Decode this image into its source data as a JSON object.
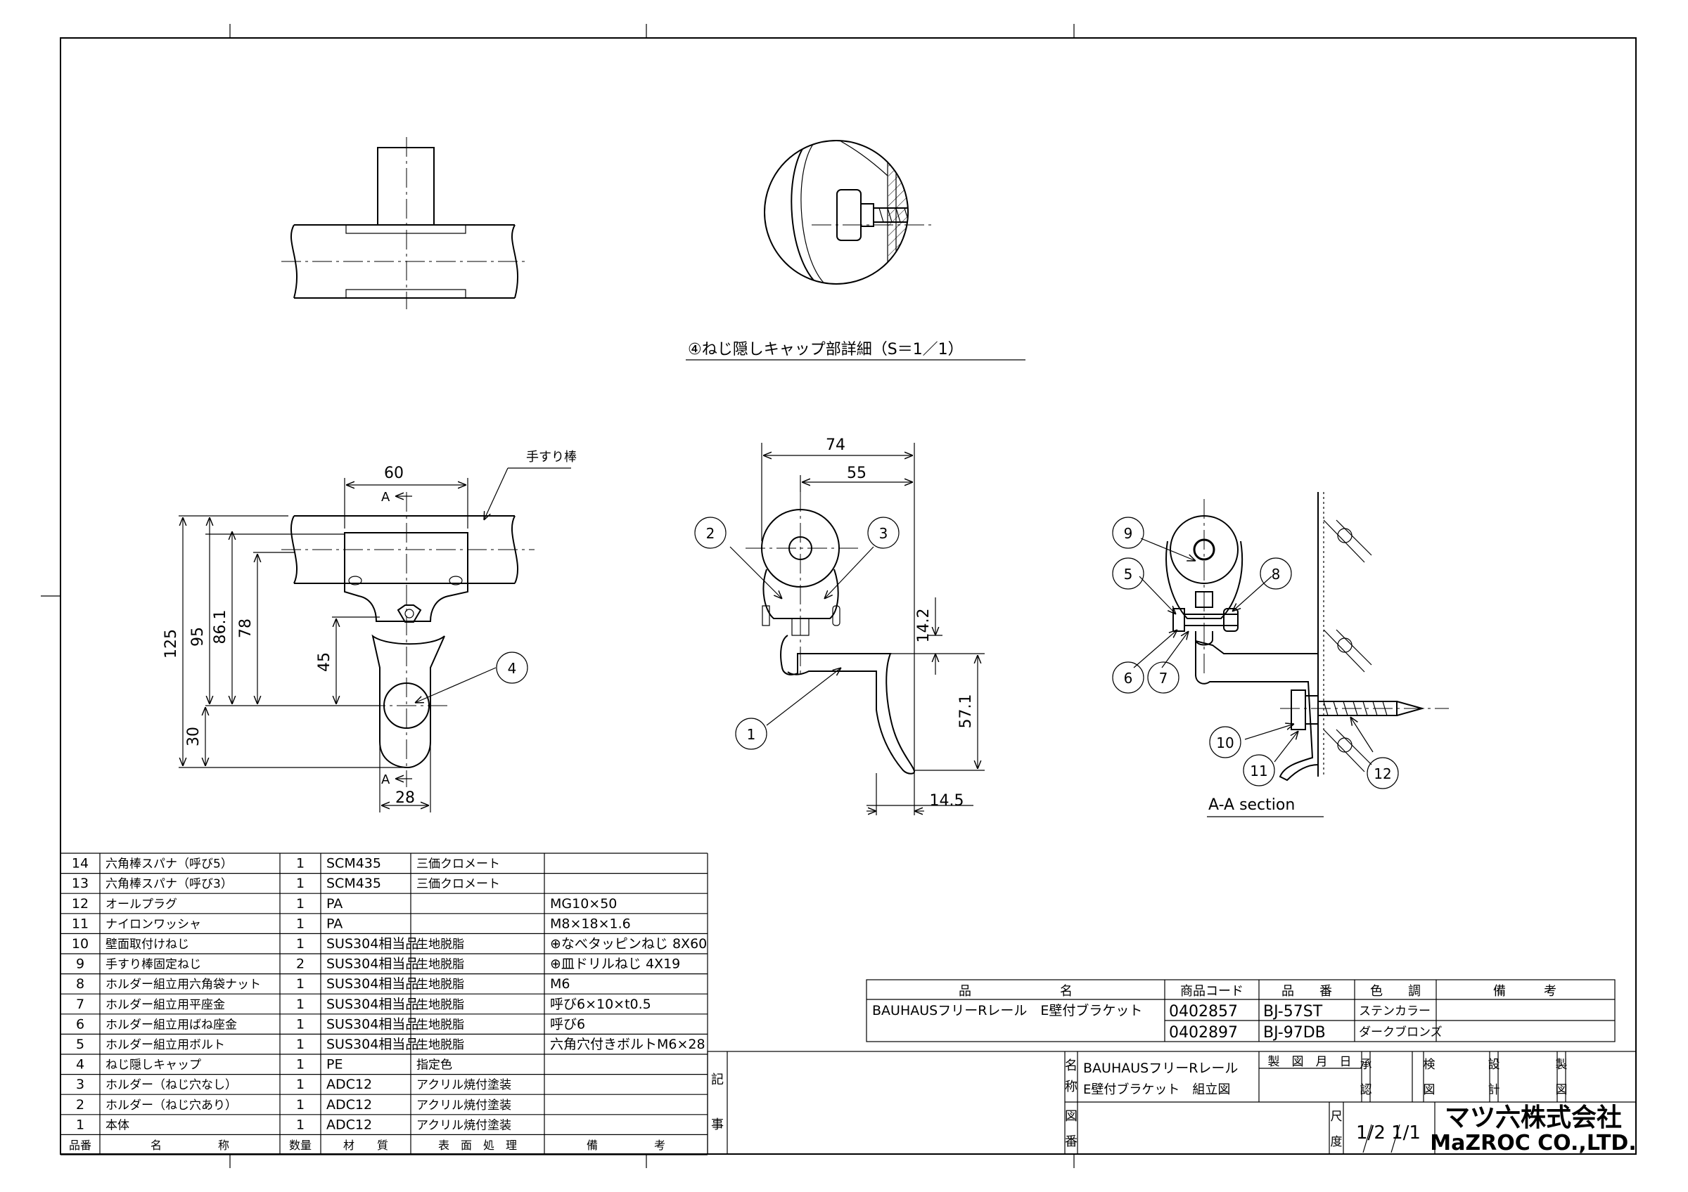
{
  "drawing": {
    "detail_title": "④ねじ隠しキャップ部詳細（S＝1／1）",
    "section_title": "A-A section",
    "rail_label": "手すり棒",
    "section_mark": "A",
    "dimensions": {
      "front_width": "60",
      "front_bottom": "28",
      "h125": "125",
      "h95": "95",
      "h86": "86.1",
      "h78": "78",
      "h45": "45",
      "h30": "30",
      "side_74": "74",
      "side_55": "55",
      "side_14_2": "14.2",
      "side_57_1": "57.1",
      "side_14_5": "14.5"
    },
    "balloons": [
      "1",
      "2",
      "3",
      "4",
      "5",
      "6",
      "7",
      "8",
      "9",
      "10",
      "11",
      "12"
    ]
  },
  "parts_table": {
    "header": {
      "no": "品番",
      "name": "名　　　　　称",
      "qty": "数量",
      "material": "材　　質",
      "finish": "表　面　処　理",
      "note": "備　　　　　考"
    },
    "rows": [
      {
        "no": "14",
        "name": "六角棒スパナ（呼び5）",
        "qty": "1",
        "material": "SCM435",
        "finish": "三価クロメート",
        "note": ""
      },
      {
        "no": "13",
        "name": "六角棒スパナ（呼び3）",
        "qty": "1",
        "material": "SCM435",
        "finish": "三価クロメート",
        "note": ""
      },
      {
        "no": "12",
        "name": "オールプラグ",
        "qty": "1",
        "material": "PA",
        "finish": "",
        "note": "MG10×50"
      },
      {
        "no": "11",
        "name": "ナイロンワッシャ",
        "qty": "1",
        "material": "PA",
        "finish": "",
        "note": "M8×18×1.6"
      },
      {
        "no": "10",
        "name": "壁面取付けねじ",
        "qty": "1",
        "material": "SUS304相当品",
        "finish": "生地脱脂",
        "note": "⊕なべタッピンねじ 8X60"
      },
      {
        "no": "9",
        "name": "手すり棒固定ねじ",
        "qty": "2",
        "material": "SUS304相当品",
        "finish": "生地脱脂",
        "note": "⊕皿ドリルねじ 4X19"
      },
      {
        "no": "8",
        "name": "ホルダー組立用六角袋ナット",
        "qty": "1",
        "material": "SUS304相当品",
        "finish": "生地脱脂",
        "note": "M6"
      },
      {
        "no": "7",
        "name": "ホルダー組立用平座金",
        "qty": "1",
        "material": "SUS304相当品",
        "finish": "生地脱脂",
        "note": "呼び6×10×t0.5"
      },
      {
        "no": "6",
        "name": "ホルダー組立用ばね座金",
        "qty": "1",
        "material": "SUS304相当品",
        "finish": "生地脱脂",
        "note": "呼び6"
      },
      {
        "no": "5",
        "name": "ホルダー組立用ボルト",
        "qty": "1",
        "material": "SUS304相当品",
        "finish": "生地脱脂",
        "note": "六角穴付きボルトM6×28"
      },
      {
        "no": "4",
        "name": "ねじ隠しキャップ",
        "qty": "1",
        "material": "PE",
        "finish": "指定色",
        "note": ""
      },
      {
        "no": "3",
        "name": "ホルダー（ねじ穴なし）",
        "qty": "1",
        "material": "ADC12",
        "finish": "アクリル焼付塗装",
        "note": ""
      },
      {
        "no": "2",
        "name": "ホルダー（ねじ穴あり）",
        "qty": "1",
        "material": "ADC12",
        "finish": "アクリル焼付塗装",
        "note": ""
      },
      {
        "no": "1",
        "name": "本体",
        "qty": "1",
        "material": "ADC12",
        "finish": "アクリル焼付塗装",
        "note": ""
      }
    ]
  },
  "product_table": {
    "header": {
      "name": "品　　　　　　　名",
      "code": "商品コード",
      "part": "品　　番",
      "color": "色　　調",
      "note": "備　　　考"
    },
    "name": "BAUHAUSフリーRレール　E壁付ブラケット",
    "rows": [
      {
        "code": "0402857",
        "part": "BJ-57ST",
        "color": "ステンカラー"
      },
      {
        "code": "0402897",
        "part": "BJ-97DB",
        "color": "ダークブロンズ"
      }
    ]
  },
  "title_block": {
    "ki": "記",
    "ji": "事",
    "mei": "名",
    "sho": "称",
    "zu": "図",
    "ban": "番",
    "title_line1": "BAUHAUSフリーRレール",
    "title_line2": "E壁付ブラケット　組立図",
    "date_label": "製　図　月　日",
    "approve": [
      "承",
      "認"
    ],
    "check": [
      "検",
      "図"
    ],
    "design": [
      "設",
      "計"
    ],
    "draw": [
      "製",
      "図"
    ],
    "scale_label": [
      "尺",
      "度"
    ],
    "scale_value": "1/2 1/1",
    "company_jp": "マツ六株式会社",
    "company_en": "MaZROC CO.,LTD."
  }
}
